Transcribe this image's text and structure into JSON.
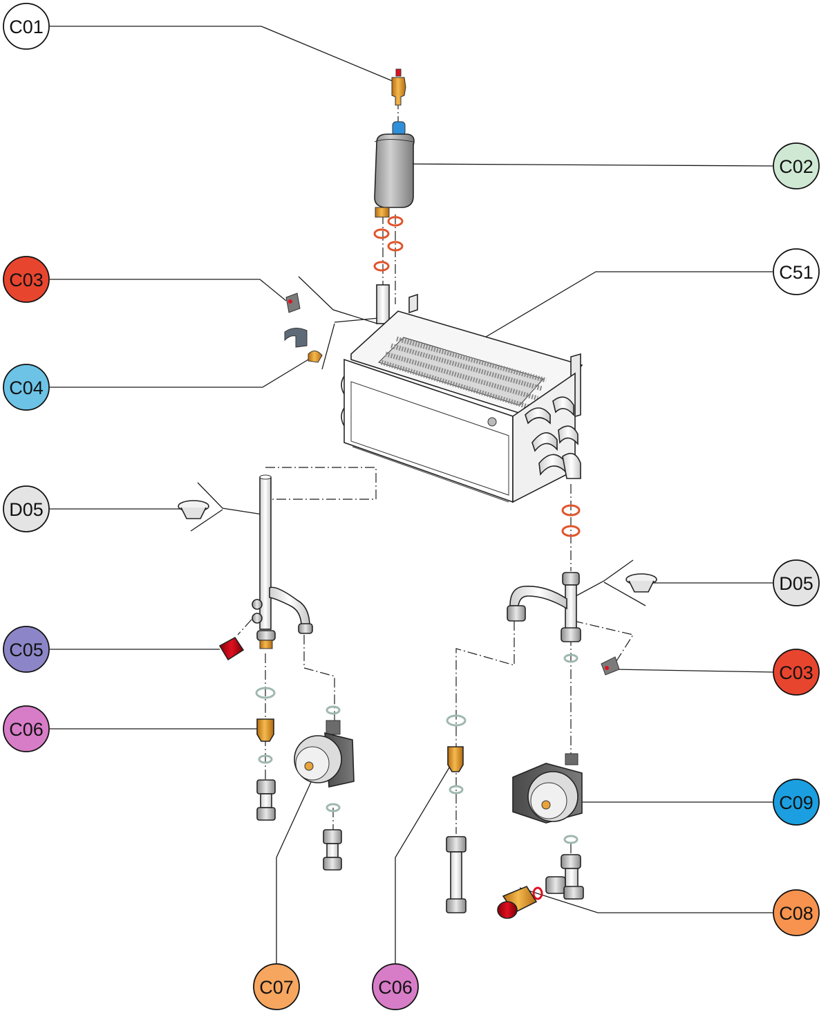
{
  "labels": {
    "c01": "C01",
    "c02": "C02",
    "c03_left": "C03",
    "c03_right": "C03",
    "c04": "C04",
    "c51": "C51",
    "d05_left": "D05",
    "d05_right": "D05",
    "c05": "C05",
    "c06_left": "C06",
    "c06_bottom": "C06",
    "c07": "C07",
    "c08": "C08",
    "c09": "C09"
  },
  "colors": {
    "c01": "#ffffff",
    "c02": "#cfe8d4",
    "c03": "#e8452f",
    "c04": "#6cc3e6",
    "c51": "#ffffff",
    "d05": "#e4e4e4",
    "c05": "#8c86c8",
    "c06": "#d77cc7",
    "c07": "#f7a65f",
    "c08": "#f7934f",
    "c09": "#1c9fe0",
    "brass": "#e8a43a",
    "gasket": "#e0542c",
    "steel": "#b9b9b9"
  },
  "icons": {
    "air_vent": "air-vent-valve-icon",
    "expansion_vessel": "expansion-vessel-icon",
    "heat_exchanger": "heat-exchanger-icon",
    "pump": "circulation-pump-icon",
    "safety_valve": "safety-valve-icon"
  }
}
